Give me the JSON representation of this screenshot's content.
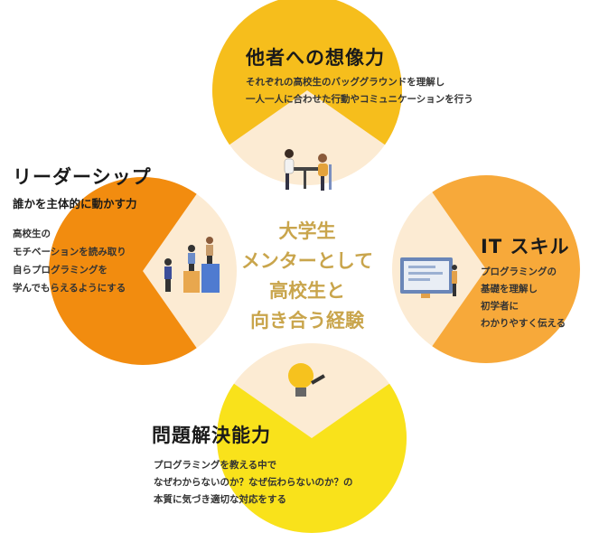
{
  "center": {
    "lines": [
      "大学生",
      "メンターとして",
      "高校生と",
      "向き合う経験"
    ]
  },
  "colors": {
    "top": "#F6BE1C",
    "left": "#F28C0F",
    "right": "#F7A93A",
    "bottom": "#F9E21B",
    "inner": "#FCEBD3",
    "center_text": "#C9A54C"
  },
  "sections": {
    "top": {
      "title": "他者への想像力",
      "desc": [
        "それぞれの高校生のバッググラウンドを理解し",
        "一人一人に合わせた行動やコミュニケーションを行う"
      ],
      "icon": "people-at-table-icon"
    },
    "left": {
      "title": "リーダーシップ",
      "subtitle": "誰かを主体的に動かす力",
      "desc": [
        "高校生の",
        "モチベーションを読み取り",
        "自らプログラミングを",
        "学んでもらえるようにする"
      ],
      "icon": "climbing-steps-icon"
    },
    "right": {
      "title": "IT スキル",
      "desc": [
        "プログラミングの",
        "基礎を理解し",
        "初学者に",
        "わかりやすく伝える"
      ],
      "icon": "computer-screen-icon"
    },
    "bottom": {
      "title": "問題解決能力",
      "desc": [
        "プログラミングを教える中で",
        "なぜわからないのか？なぜ伝わらないのか？の",
        "本質に気づき適切な対応をする"
      ],
      "icon": "lightbulb-icon"
    }
  }
}
